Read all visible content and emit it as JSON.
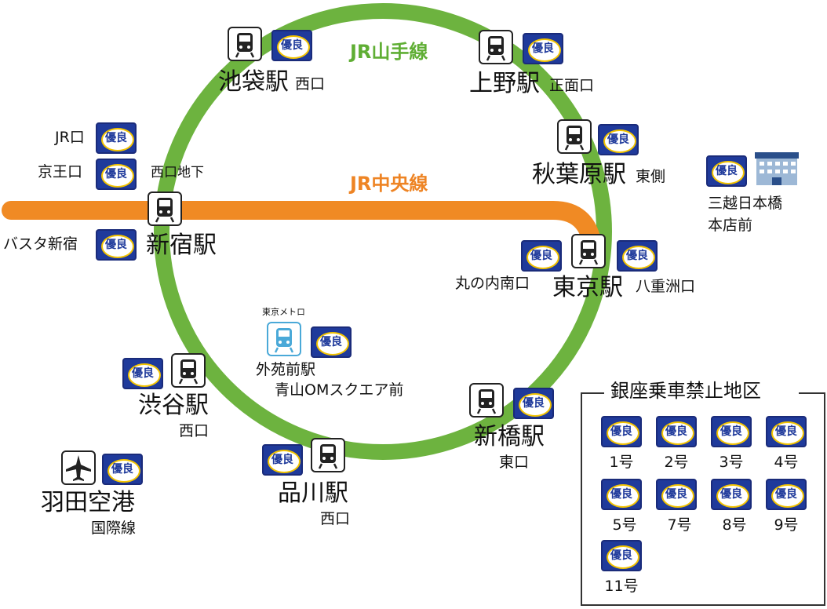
{
  "lines": {
    "yamanote": {
      "name": "JR山手線",
      "color": "#6db33f"
    },
    "chuo": {
      "name": "JR中央線",
      "color": "#f08a24"
    }
  },
  "stations": {
    "ikebukuro": {
      "name": "池袋駅",
      "exit": "西口"
    },
    "ueno": {
      "name": "上野駅",
      "exit": "正面口"
    },
    "akihabara": {
      "name": "秋葉原駅",
      "exit": "東側"
    },
    "shinjuku": {
      "name": "新宿駅",
      "exits": {
        "jr": "JR口",
        "keio": "京王口",
        "west_underground": "西口地下",
        "busta": "バスタ新宿"
      }
    },
    "tokyo": {
      "name": "東京駅",
      "exits": {
        "marunouchi": "丸の内南口",
        "yaesu": "八重洲口"
      }
    },
    "gaienmae": {
      "operator": "東京メトロ",
      "name": "外苑前駅",
      "exit": "青山OMスクエア前"
    },
    "shibuya": {
      "name": "渋谷駅",
      "exit": "西口"
    },
    "shinagawa": {
      "name": "品川駅",
      "exit": "西口"
    },
    "shimbashi": {
      "name": "新橋駅",
      "exit": "東口"
    },
    "haneda": {
      "name": "羽田空港",
      "exit": "国際線"
    },
    "mitsukoshi": {
      "name_line1": "三越日本橋",
      "name_line2": "本店前"
    }
  },
  "badge_label": "優良",
  "icons": {
    "train": "train-icon",
    "metro": "metro-train-icon",
    "airport": "airplane-icon",
    "store": "department-store-icon",
    "badge": "yuryo-badge-icon"
  },
  "ginza": {
    "title": "銀座乗車禁止地区",
    "spots": [
      "1号",
      "2号",
      "3号",
      "4号",
      "5号",
      "7号",
      "8号",
      "9号",
      "11号"
    ]
  }
}
